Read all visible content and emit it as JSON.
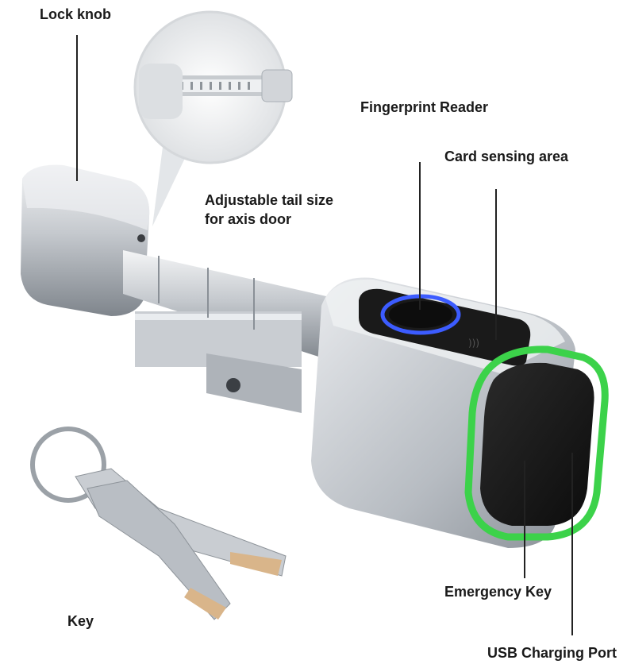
{
  "labels": {
    "lock_knob": "Lock knob",
    "adjustable_tail": "Adjustable tail size for axis door",
    "fingerprint_reader": "Fingerprint Reader",
    "card_sensing_area": "Card sensing area",
    "emergency_key": "Emergency Key",
    "key": "Key",
    "usb_charging_port": "USB Charging Port"
  },
  "colors": {
    "metal_light": "#e6e8eb",
    "metal_mid": "#b4b8bd",
    "metal_dark": "#7d8288",
    "green_ring": "#3cd24a",
    "blue_ring": "#3c5cff",
    "black_face": "#121212"
  }
}
